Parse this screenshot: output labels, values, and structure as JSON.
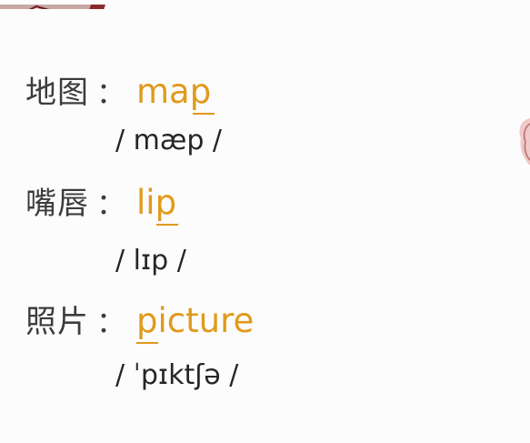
{
  "vocabulary": [
    {
      "zh": "地图",
      "colon": "：",
      "en": "map",
      "ipa": "/ mæp /"
    },
    {
      "zh": "嘴唇",
      "colon": "：",
      "en": "lip",
      "ipa": "/ lɪp /"
    },
    {
      "zh": "照片",
      "colon": "：",
      "en": "picture",
      "ipa": "/ ˈpɪktʃə /"
    }
  ],
  "colors": {
    "english_word": "#e09a1c",
    "chinese_text": "#3c3c3c",
    "phonetic": "#262626",
    "background": "#fdfcfc"
  }
}
